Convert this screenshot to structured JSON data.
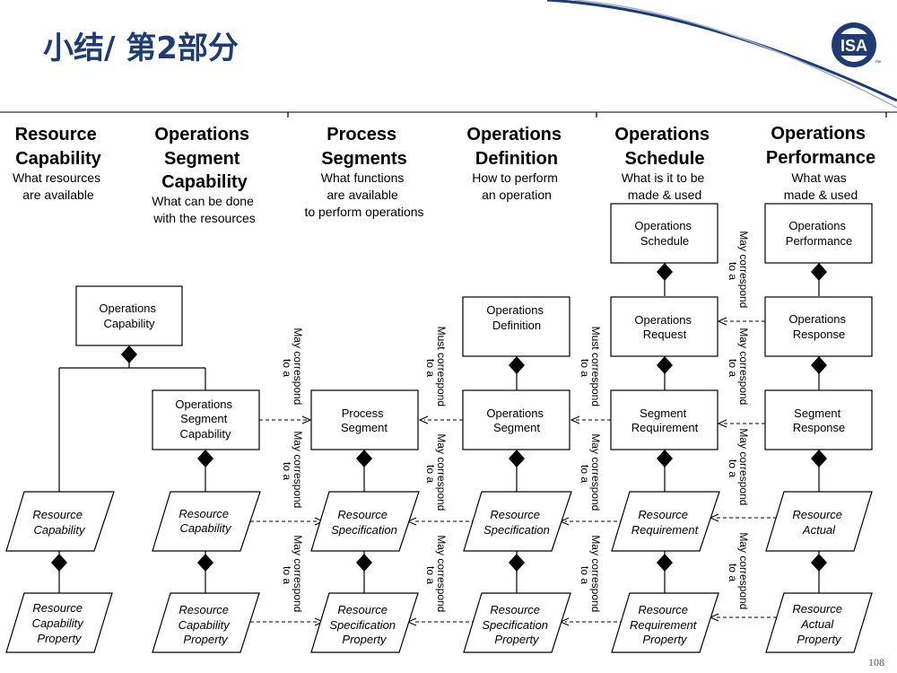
{
  "title": "小结/ 第2部分",
  "logo": {
    "text": "ISA",
    "tm": "™",
    "colors": {
      "ring": "#1f3b73",
      "inner": "#ffffff"
    }
  },
  "page_number": "108",
  "colors": {
    "title": "#1f3b73",
    "swoosh": "#1f3b73",
    "swoosh_light": "#9fb0c8"
  },
  "columns": [
    {
      "id": "resource-capability",
      "heading": [
        "Resource",
        "Capability"
      ],
      "sub": [
        "What resources",
        "are available"
      ]
    },
    {
      "id": "operations-segment-capability",
      "heading": [
        "Operations",
        "Segment",
        "Capability"
      ],
      "sub": [
        "What can be done",
        "with the resources"
      ]
    },
    {
      "id": "process-segments",
      "heading": [
        "Process",
        "Segments"
      ],
      "sub": [
        "What functions",
        "are available",
        "to perform operations"
      ]
    },
    {
      "id": "operations-definition",
      "heading": [
        "Operations",
        "Definition"
      ],
      "sub": [
        "How to perform",
        "an operation"
      ]
    },
    {
      "id": "operations-schedule",
      "heading": [
        "Operations",
        "Schedule"
      ],
      "sub": [
        "What is it to be",
        "made & used"
      ]
    },
    {
      "id": "operations-performance",
      "heading": [
        "Operations",
        "Performance"
      ],
      "sub": [
        "What was",
        "made & used"
      ]
    }
  ],
  "boxes": [
    {
      "id": "operations-capability",
      "lines": [
        "Operations",
        "Capability"
      ]
    },
    {
      "id": "operations-segment-capability",
      "lines": [
        "Operations",
        "Segment",
        "Capability"
      ]
    },
    {
      "id": "process-segment",
      "lines": [
        "Process",
        "Segment"
      ]
    },
    {
      "id": "operations-definition",
      "lines": [
        "Operations",
        "Definition"
      ]
    },
    {
      "id": "operations-segment",
      "lines": [
        "Operations",
        "Segment"
      ]
    },
    {
      "id": "operations-schedule",
      "lines": [
        "Operations",
        "Schedule"
      ]
    },
    {
      "id": "operations-request",
      "lines": [
        "Operations",
        "Request"
      ]
    },
    {
      "id": "segment-requirement",
      "lines": [
        "Segment",
        "Requirement"
      ]
    },
    {
      "id": "operations-performance",
      "lines": [
        "Operations",
        "Performance"
      ]
    },
    {
      "id": "operations-response",
      "lines": [
        "Operations",
        "Response"
      ]
    },
    {
      "id": "segment-response",
      "lines": [
        "Segment",
        "Response"
      ]
    }
  ],
  "parallelograms": [
    {
      "id": "resource-capability-1",
      "lines": [
        "Resource",
        "Capability"
      ]
    },
    {
      "id": "resource-capability-property-1",
      "lines": [
        "Resource",
        "Capability",
        "Property"
      ]
    },
    {
      "id": "resource-capability-2",
      "lines": [
        "Resource",
        "Capability"
      ]
    },
    {
      "id": "resource-capability-property-2",
      "lines": [
        "Resource",
        "Capability",
        "Property"
      ]
    },
    {
      "id": "resource-specification-1",
      "lines": [
        "Resource",
        "Specification"
      ]
    },
    {
      "id": "resource-specification-property-1",
      "lines": [
        "Resource",
        "Specification",
        "Property"
      ]
    },
    {
      "id": "resource-specification-2",
      "lines": [
        "Resource",
        "Specification"
      ]
    },
    {
      "id": "resource-specification-property-2",
      "lines": [
        "Resource",
        "Specification",
        "Property"
      ]
    },
    {
      "id": "resource-requirement",
      "lines": [
        "Resource",
        "Requirement"
      ]
    },
    {
      "id": "resource-requirement-property",
      "lines": [
        "Resource",
        "Requirement",
        "Property"
      ]
    },
    {
      "id": "resource-actual",
      "lines": [
        "Resource",
        "Actual"
      ]
    },
    {
      "id": "resource-actual-property",
      "lines": [
        "Resource",
        "Actual",
        "Property"
      ]
    }
  ],
  "relations": [
    {
      "id": "rel-osc-ps",
      "lines": [
        "May correspond",
        "to a"
      ]
    },
    {
      "id": "rel-rc-rs",
      "lines": [
        "May correspond",
        "to a"
      ]
    },
    {
      "id": "rel-rcp-rsp",
      "lines": [
        "May correspond",
        "to a"
      ]
    },
    {
      "id": "rel-os-ps",
      "lines": [
        "Must correspond",
        "to a"
      ]
    },
    {
      "id": "rel-rs2-rs1",
      "lines": [
        "May correspond",
        "to a"
      ]
    },
    {
      "id": "rel-rsp2-rsp1",
      "lines": [
        "May correspond",
        "to a"
      ]
    },
    {
      "id": "rel-sr-os",
      "lines": [
        "Must correspond",
        "to a"
      ]
    },
    {
      "id": "rel-rr-rs2",
      "lines": [
        "May correspond",
        "to a"
      ]
    },
    {
      "id": "rel-rrp-rsp2",
      "lines": [
        "May correspond",
        "to a"
      ]
    },
    {
      "id": "rel-perf-sched",
      "lines": [
        "May correspond",
        "to a"
      ]
    },
    {
      "id": "rel-resp-req",
      "lines": [
        "May correspond",
        "to a"
      ]
    },
    {
      "id": "rel-sresp-sreq",
      "lines": [
        "May correspond",
        "to a"
      ]
    },
    {
      "id": "rel-ra-rr",
      "lines": [
        "May correspond",
        "to a"
      ]
    },
    {
      "id": "rel-rap-rrp",
      "lines": [
        "May correspond",
        "to a"
      ]
    }
  ]
}
